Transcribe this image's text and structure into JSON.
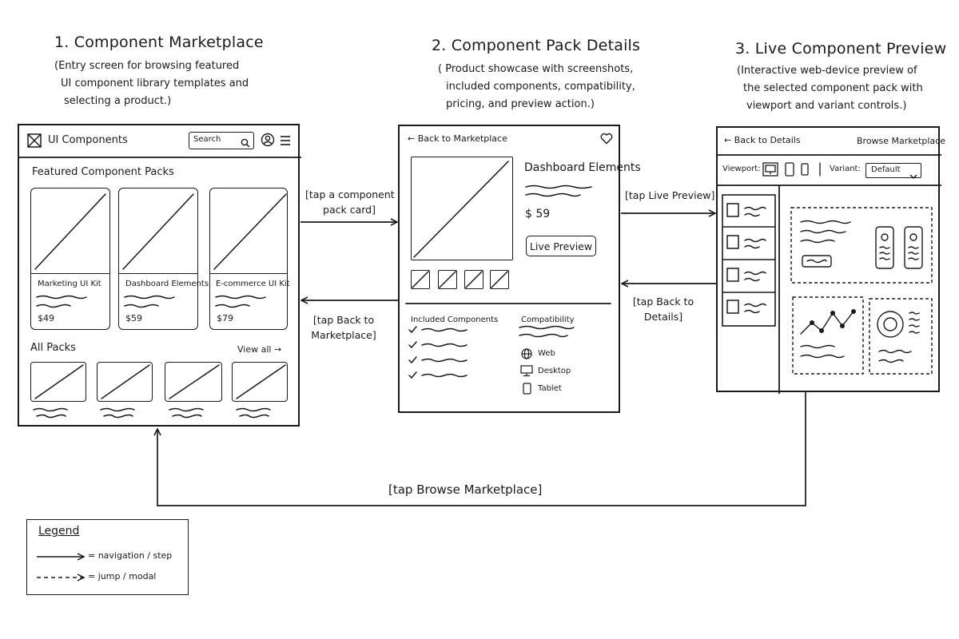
{
  "screens": [
    {
      "title": "1. Component Marketplace",
      "description": [
        "(Entry screen for browsing featured",
        "UI component library templates and",
        "selecting a product.)"
      ]
    },
    {
      "title": "2. Component Pack Details",
      "description": [
        "( Product showcase with screenshots,",
        "included components, compatibility,",
        "pricing, and preview action.)"
      ]
    },
    {
      "title": "3. Live Component Preview",
      "description": [
        "(Interactive web-device preview of",
        "the selected component pack with",
        "viewport and variant controls.)"
      ]
    }
  ],
  "marketplace": {
    "app_name": "UI Components",
    "search_placeholder": "Search",
    "featured_heading": "Featured Component Packs",
    "featured": [
      {
        "name": "Marketing UI Kit",
        "price": "$49"
      },
      {
        "name": "Dashboard Elements",
        "price": "$59"
      },
      {
        "name": "E-commerce UI Kit",
        "price": "$79"
      }
    ],
    "all_packs_heading": "All Packs",
    "view_all": "View all →"
  },
  "details": {
    "back": "Back to Marketplace",
    "pack_name": "Dashboard Elements",
    "price": "$ 59",
    "preview_button": "Live Preview",
    "included_heading": "Included Components",
    "compat_heading": "Compatibility",
    "compat": [
      "Web",
      "Desktop",
      "Tablet"
    ]
  },
  "preview": {
    "back": "Back to Details",
    "browse": "Browse Marketplace",
    "viewport_label": "Viewport:",
    "variant_label": "Variant:",
    "variant_value": "Default"
  },
  "transitions": {
    "tap_card": [
      "[tap a component",
      "pack card]"
    ],
    "tap_back_marketplace": [
      "[tap Back to",
      "Marketplace]"
    ],
    "tap_live_preview": "[tap Live Preview]",
    "tap_back_details": [
      "[tap Back to",
      "Details]"
    ],
    "tap_browse": "[tap Browse Marketplace]"
  },
  "legend": {
    "title": "Legend",
    "solid": "= navigation / step",
    "dashed": "= jump / modal"
  }
}
